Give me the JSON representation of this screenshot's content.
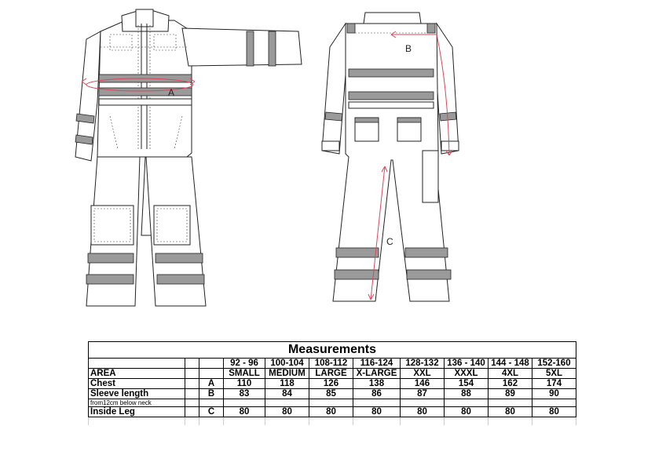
{
  "table": {
    "title": "Measurements",
    "area_label": "AREA",
    "sizes": [
      {
        "range": "92 - 96",
        "label": "SMALL"
      },
      {
        "range": "100-104",
        "label": "MEDIUM"
      },
      {
        "range": "108-112",
        "label": "LARGE"
      },
      {
        "range": "116-124",
        "label": "X-LARGE"
      },
      {
        "range": "128-132",
        "label": "XXL"
      },
      {
        "range": "136 - 140",
        "label": "XXXL"
      },
      {
        "range": "144 - 148",
        "label": "4XL"
      },
      {
        "range": "152-160",
        "label": "5XL"
      }
    ],
    "rows": [
      {
        "area": "Chest",
        "code": "A",
        "values": [
          "110",
          "118",
          "126",
          "138",
          "146",
          "154",
          "162",
          "174"
        ]
      },
      {
        "area": "Sleeve length",
        "code": "B",
        "values": [
          "83",
          "84",
          "85",
          "86",
          "87",
          "88",
          "89",
          "90"
        ]
      },
      {
        "area": "from12cm below neck",
        "code": "",
        "values": [
          "",
          "",
          "",
          "",
          "",
          "",
          "",
          ""
        ]
      },
      {
        "area": "Inside Leg",
        "code": "C",
        "values": [
          "80",
          "80",
          "80",
          "80",
          "80",
          "80",
          "80",
          "80"
        ]
      }
    ]
  },
  "diagram": {
    "label_a": "A",
    "label_b": "B",
    "label_c": "C",
    "colors": {
      "outline": "#222222",
      "reflective": "#9a9a9a",
      "measure": "#d9475a"
    }
  }
}
